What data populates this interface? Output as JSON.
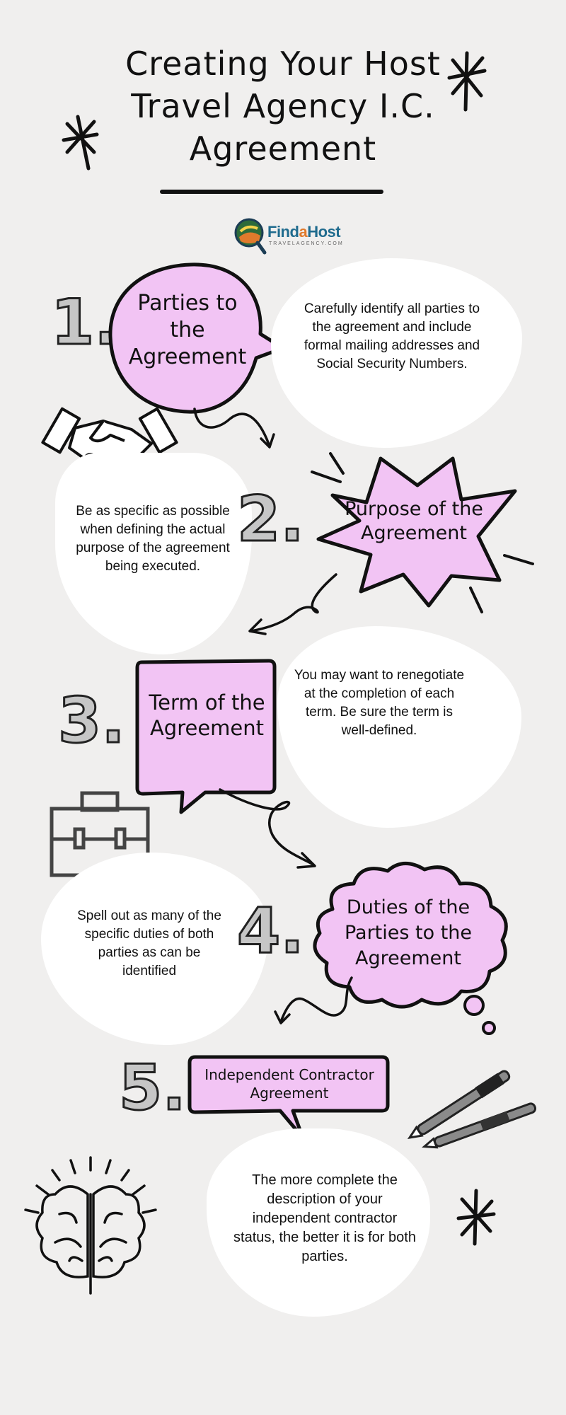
{
  "title": {
    "line1": "Creating Your Host",
    "line2": "Travel Agency I.C.",
    "line3": "Agreement"
  },
  "logo": {
    "name_part1": "Find",
    "name_part2": "a",
    "name_part3": "Host",
    "tagline": "TRAVELAGENCY.COM"
  },
  "steps": [
    {
      "number": "1.",
      "heading": "Parties to the Agreement",
      "text": "Carefully identify all parties to the agreement and include formal mailing addresses and Social Security Numbers."
    },
    {
      "number": "2.",
      "heading": "Purpose of the Agreement",
      "text": "Be as specific as possible when defining the actual purpose of the agreement being executed."
    },
    {
      "number": "3.",
      "heading": "Term of the Agreement",
      "text": "You may want to renegotiate at the completion of each term. Be sure the term is well-defined."
    },
    {
      "number": "4.",
      "heading": "Duties of the Parties to the Agreement",
      "text": "Spell out as many of the specific duties of both parties as can be identified"
    },
    {
      "number": "5.",
      "heading": "Independent Contractor Agreement",
      "text": "The more complete the description of your independent contractor status, the better it is for both parties."
    }
  ],
  "colors": {
    "accent": "#f2c4f4",
    "background": "#f0efee",
    "ink": "#111111"
  },
  "icons": [
    "asterisk-icon",
    "handshake-icon",
    "briefcase-icon",
    "pens-icon",
    "brain-icon",
    "arrow-icon"
  ]
}
